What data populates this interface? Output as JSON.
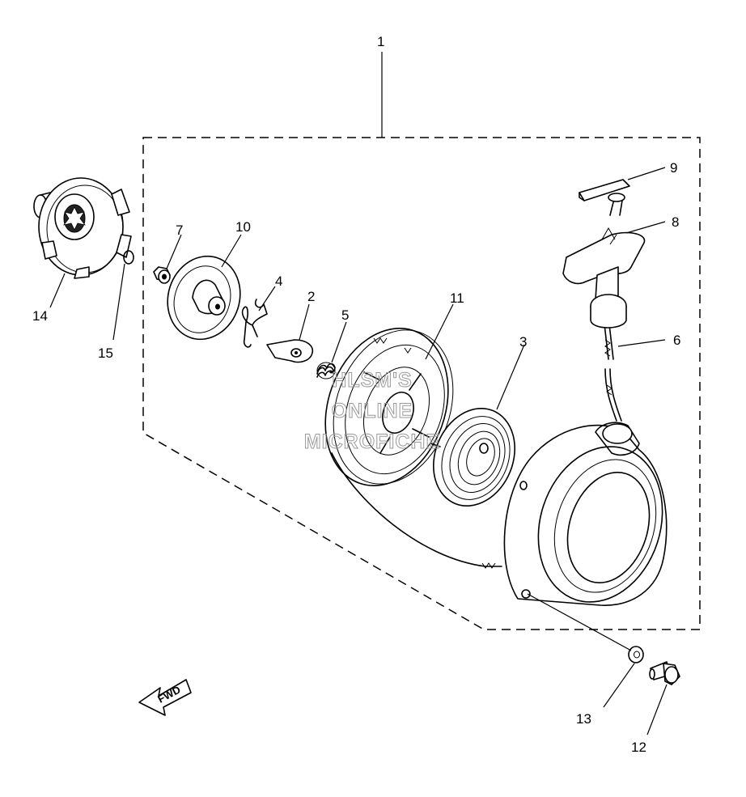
{
  "callouts": [
    {
      "id": "1",
      "label": "1"
    },
    {
      "id": "2",
      "label": "2"
    },
    {
      "id": "3",
      "label": "3"
    },
    {
      "id": "4",
      "label": "4"
    },
    {
      "id": "5",
      "label": "5"
    },
    {
      "id": "6",
      "label": "6"
    },
    {
      "id": "7",
      "label": "7"
    },
    {
      "id": "8",
      "label": "8"
    },
    {
      "id": "9",
      "label": "9"
    },
    {
      "id": "10",
      "label": "10"
    },
    {
      "id": "11",
      "label": "11"
    },
    {
      "id": "12",
      "label": "12"
    },
    {
      "id": "13",
      "label": "13"
    },
    {
      "id": "14",
      "label": "14"
    },
    {
      "id": "15",
      "label": "15"
    }
  ],
  "watermark": [
    "HLSM'S",
    "ONLINE",
    "MICROFICHE"
  ],
  "direction_marker": {
    "label": "FWD"
  }
}
